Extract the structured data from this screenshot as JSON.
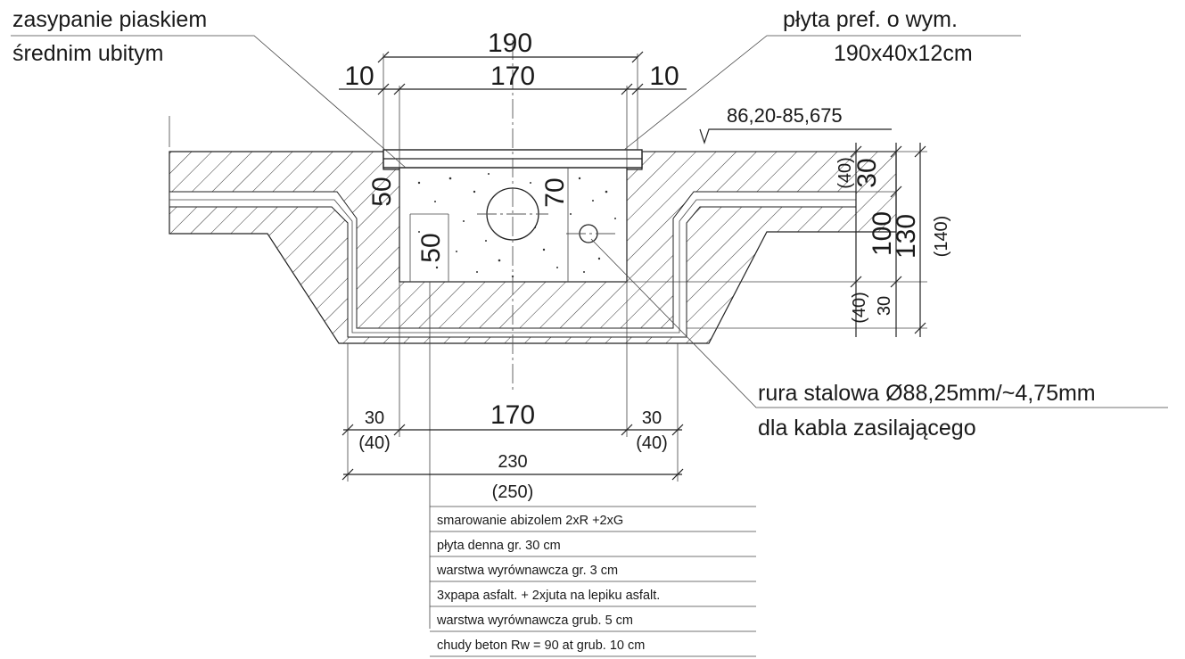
{
  "labels": {
    "fill_line1": "zasypanie piaskiem",
    "fill_line2": "średnim ubitym",
    "slab_line1": "płyta pref. o wym.",
    "slab_line2": "190x40x12cm",
    "level": "86,20-85,675",
    "pipe_line1": "rura stalowa Ø88,25mm/~4,75mm",
    "pipe_line2": "dla kabla zasilającego"
  },
  "dimensions": {
    "top_total": "190",
    "top_left": "10",
    "top_mid": "170",
    "top_right": "10",
    "inner_50_left": "50",
    "inner_50_low": "50",
    "inner_70": "70",
    "right_40_top": "(40)",
    "right_30_top": "30",
    "right_100": "100",
    "right_130": "130",
    "right_140": "(140)",
    "right_40_bottom": "(40)",
    "right_30_bottom": "30",
    "bottom_left_30": "30",
    "bottom_left_40": "(40)",
    "bottom_mid": "170",
    "bottom_right_30": "30",
    "bottom_right_40": "(40)",
    "bottom_total": "230",
    "bottom_total_alt": "(250)"
  },
  "layers": [
    "smarowanie abizolem 2xR +2xG",
    "płyta denna gr. 30 cm",
    "warstwa wyrównawcza gr. 3 cm",
    "3xpapa asfalt. + 2xjuta na lepiku asfalt.",
    "warstwa wyrównawcza grub. 5 cm",
    "chudy beton Rw = 90 at grub. 10 cm"
  ]
}
